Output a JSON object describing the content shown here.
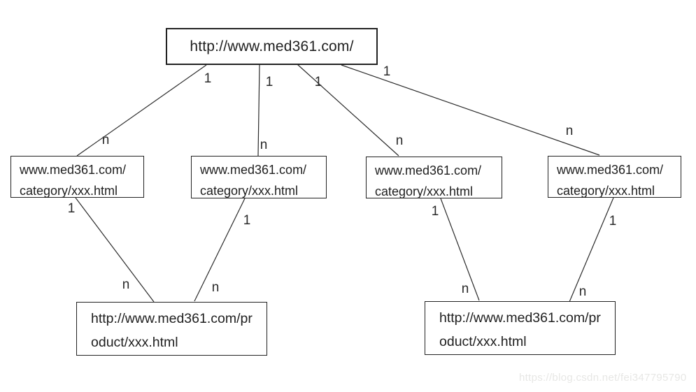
{
  "diagram": {
    "nodes": {
      "root": {
        "label": "http://www.med361.com/"
      },
      "category1": {
        "line1": "www.med361.com/",
        "line2": "category/xxx.html"
      },
      "category2": {
        "line1": "www.med361.com/",
        "line2": "category/xxx.html"
      },
      "category3": {
        "line1": "www.med361.com/",
        "line2": "category/xxx.html"
      },
      "category4": {
        "line1": "www.med361.com/",
        "line2": "category/xxx.html"
      },
      "product1": {
        "line1": "http://www.med361.com/pr",
        "line2": "oduct/xxx.html"
      },
      "product2": {
        "line1": "http://www.med361.com/pr",
        "line2": "oduct/xxx.html"
      }
    },
    "edges": [
      {
        "from": "root",
        "to": "category1",
        "parent_label": "1",
        "child_label": "n"
      },
      {
        "from": "root",
        "to": "category2",
        "parent_label": "1",
        "child_label": "n"
      },
      {
        "from": "root",
        "to": "category3",
        "parent_label": "1",
        "child_label": "n"
      },
      {
        "from": "root",
        "to": "category4",
        "parent_label": "1",
        "child_label": "n"
      },
      {
        "from": "category1",
        "to": "product1",
        "parent_label": "1",
        "child_label": "n"
      },
      {
        "from": "category2",
        "to": "product1",
        "parent_label": "1",
        "child_label": "n"
      },
      {
        "from": "category3",
        "to": "product2",
        "parent_label": "1",
        "child_label": "n"
      },
      {
        "from": "category4",
        "to": "product2",
        "parent_label": "1",
        "child_label": "n"
      }
    ],
    "colors": {
      "line": "#2b2b2b",
      "text": "#1f1f1f",
      "background": "#ffffff",
      "watermark": "#e7e7e5"
    }
  },
  "watermark": {
    "text": "https://blog.csdn.net/fei347795790"
  }
}
